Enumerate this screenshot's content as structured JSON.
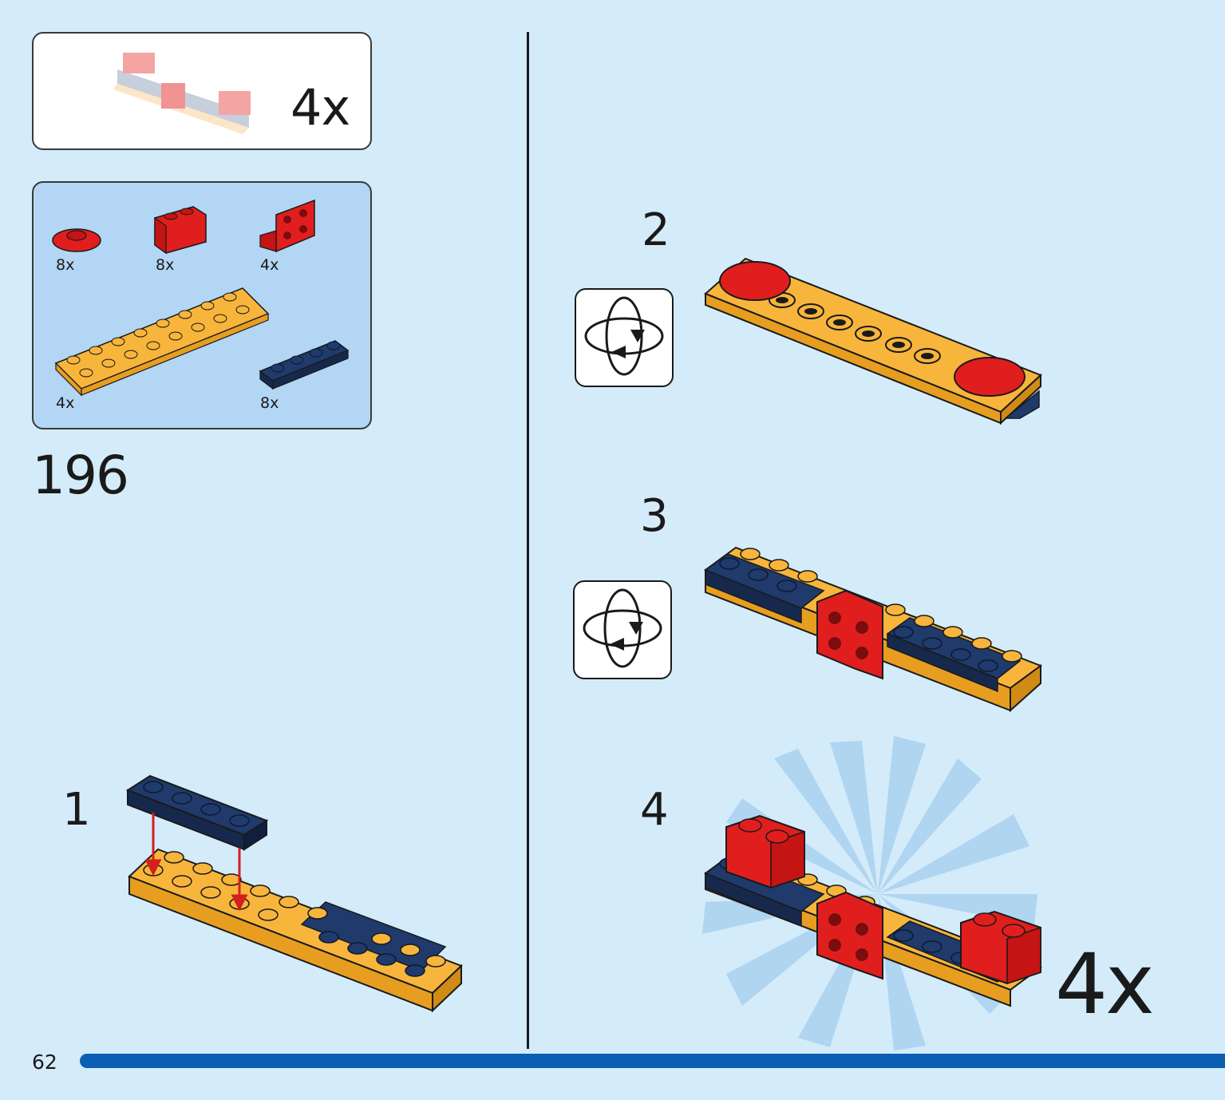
{
  "summary_box": {
    "multiplier": "4x"
  },
  "parts_list": {
    "items": [
      {
        "name": "red round plate",
        "count": "8x",
        "color": "#e11e1e"
      },
      {
        "name": "red brick 1x2",
        "count": "8x",
        "color": "#e11e1e"
      },
      {
        "name": "red bracket",
        "count": "4x",
        "color": "#e11e1e"
      },
      {
        "name": "yellow plate 2x8",
        "count": "4x",
        "color": "#f8b53c"
      },
      {
        "name": "blue plate 1x4",
        "count": "8x",
        "color": "#1f3a6b"
      }
    ]
  },
  "page_step": "196",
  "steps": [
    {
      "number": "1"
    },
    {
      "number": "2",
      "rotate": true
    },
    {
      "number": "3",
      "rotate": true
    },
    {
      "number": "4",
      "multiplier": "4x"
    }
  ],
  "footer": {
    "page_number": "62"
  },
  "colors": {
    "background": "#d4ebfa",
    "parts_box": "#b2d6f4",
    "progress": "#0b5fb2"
  }
}
